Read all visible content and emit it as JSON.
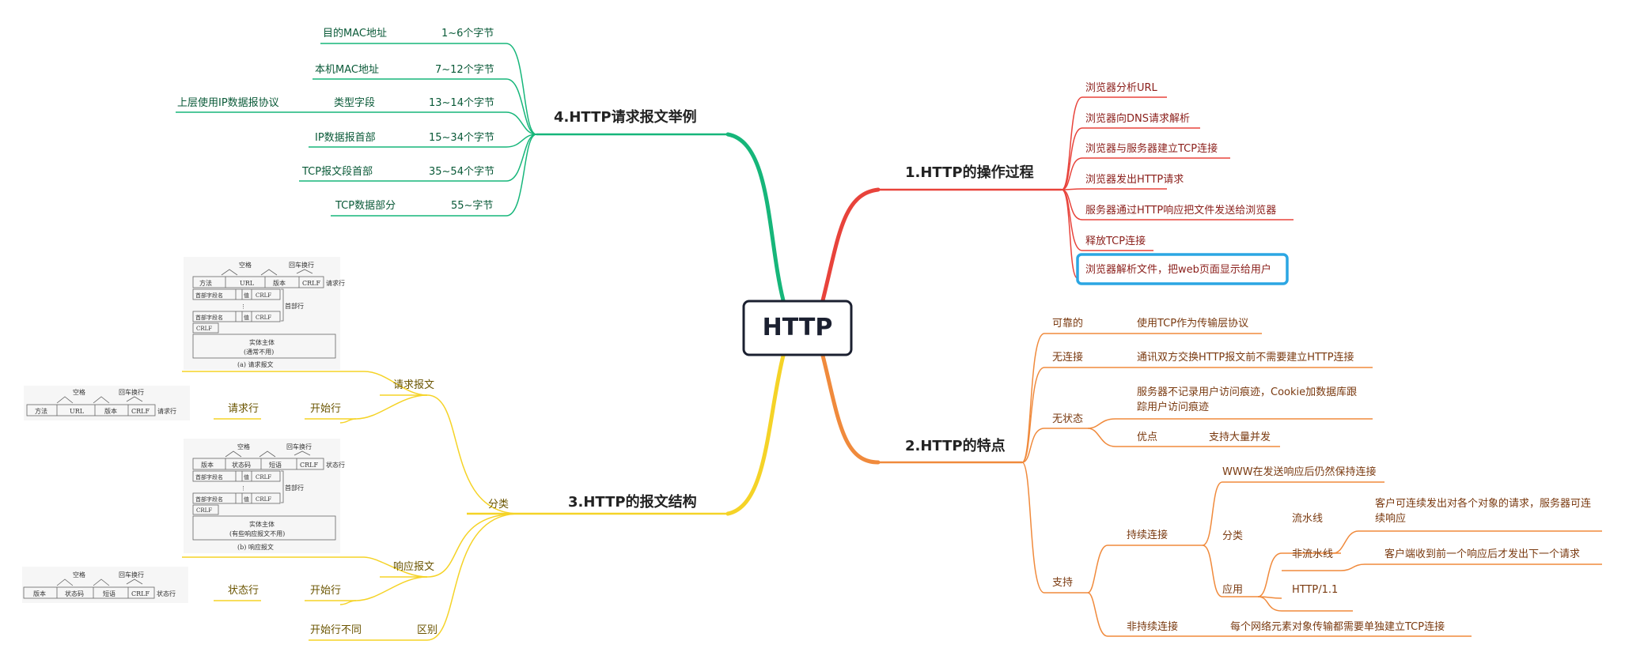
{
  "root": {
    "label": "HTTP"
  },
  "colors": {
    "red": "#e8433b",
    "orange": "#f08a3c",
    "yellow": "#f5d327",
    "green": "#16b67a",
    "highlight": "#2ba6e3",
    "text_red": "#8a1e1a",
    "text_orange": "#7a3a10",
    "text_green": "#0a5a38",
    "text_yellow": "#6a5400"
  },
  "b1": {
    "title": "1.HTTP的操作过程",
    "items": [
      "浏览器分析URL",
      "浏览器向DNS请求解析",
      "浏览器与服务器建立TCP连接",
      "浏览器发出HTTP请求",
      "服务器通过HTTP响应把文件发送给浏览器",
      "释放TCP连接",
      "浏览器解析文件，把web页面显示给用户"
    ]
  },
  "b2": {
    "title": "2.HTTP的特点",
    "reliable": "可靠的",
    "reliable_desc": "使用TCP作为传输层协议",
    "connectionless": "无连接",
    "connectionless_desc": "通讯双方交换HTTP报文前不需要建立HTTP连接",
    "stateless": "无状态",
    "stateless_desc_1": "服务器不记录用户访问痕迹，Cookie加数据库跟",
    "stateless_desc_2": "踪用户访问痕迹",
    "advantage": "优点",
    "advantage_desc": "支持大量并发",
    "support": "支持",
    "persistent": "持续连接",
    "persistent_desc": "WWW在发送响应后仍然保持连接",
    "classify": "分类",
    "pipeline": "流水线",
    "pipeline_desc_1": "客户可连续发出对各个对象的请求，服务器可连",
    "pipeline_desc_2": "续响应",
    "nonpipeline": "非流水线",
    "nonpipeline_desc": "客户端收到前一个响应后才发出下一个请求",
    "apply": "应用",
    "apply_desc": "HTTP/1.1",
    "nonpersistent": "非持续连接",
    "nonpersistent_desc": "每个网络元素对象传输都需要单独建立TCP连接"
  },
  "b3": {
    "title": "3.HTTP的报文结构",
    "classify": "分类",
    "request": "请求报文",
    "response": "响应报文",
    "start_line": "开始行",
    "request_line": "请求行",
    "status_line": "状态行",
    "difference": "区别",
    "diff_desc": "开始行不同",
    "fig_req": {
      "space": "空格",
      "crlf_label": "回车换行",
      "method": "方法",
      "url": "URL",
      "version": "版本",
      "crlf": "CRLF",
      "req_line": "请求行",
      "header_name": "首部字段名",
      "colon": ":",
      "value": "值",
      "header_lines": "首部行",
      "body": "实体主体",
      "body_note": "(通常不用)",
      "caption": "(a) 请求报文"
    },
    "fig_resp": {
      "space": "空格",
      "crlf_label": "回车换行",
      "version": "版本",
      "status_code": "状态码",
      "phrase": "短语",
      "crlf": "CRLF",
      "status_line": "状态行",
      "header_name": "首部字段名",
      "colon": ":",
      "value": "值",
      "header_lines": "首部行",
      "body": "实体主体",
      "body_note": "(有些响应报文不用)",
      "caption": "(b) 响应报文"
    }
  },
  "b4": {
    "title": "4.HTTP请求报文举例",
    "upper": "上层使用IP数据报协议",
    "rows": [
      {
        "name": "目的MAC地址",
        "bytes": "1~6个字节"
      },
      {
        "name": "本机MAC地址",
        "bytes": "7~12个字节"
      },
      {
        "name": "类型字段",
        "bytes": "13~14个字节"
      },
      {
        "name": "IP数据报首部",
        "bytes": "15~34个字节"
      },
      {
        "name": "TCP报文段首部",
        "bytes": "35~54个字节"
      },
      {
        "name": "TCP数据部分",
        "bytes": "55~字节"
      }
    ]
  }
}
